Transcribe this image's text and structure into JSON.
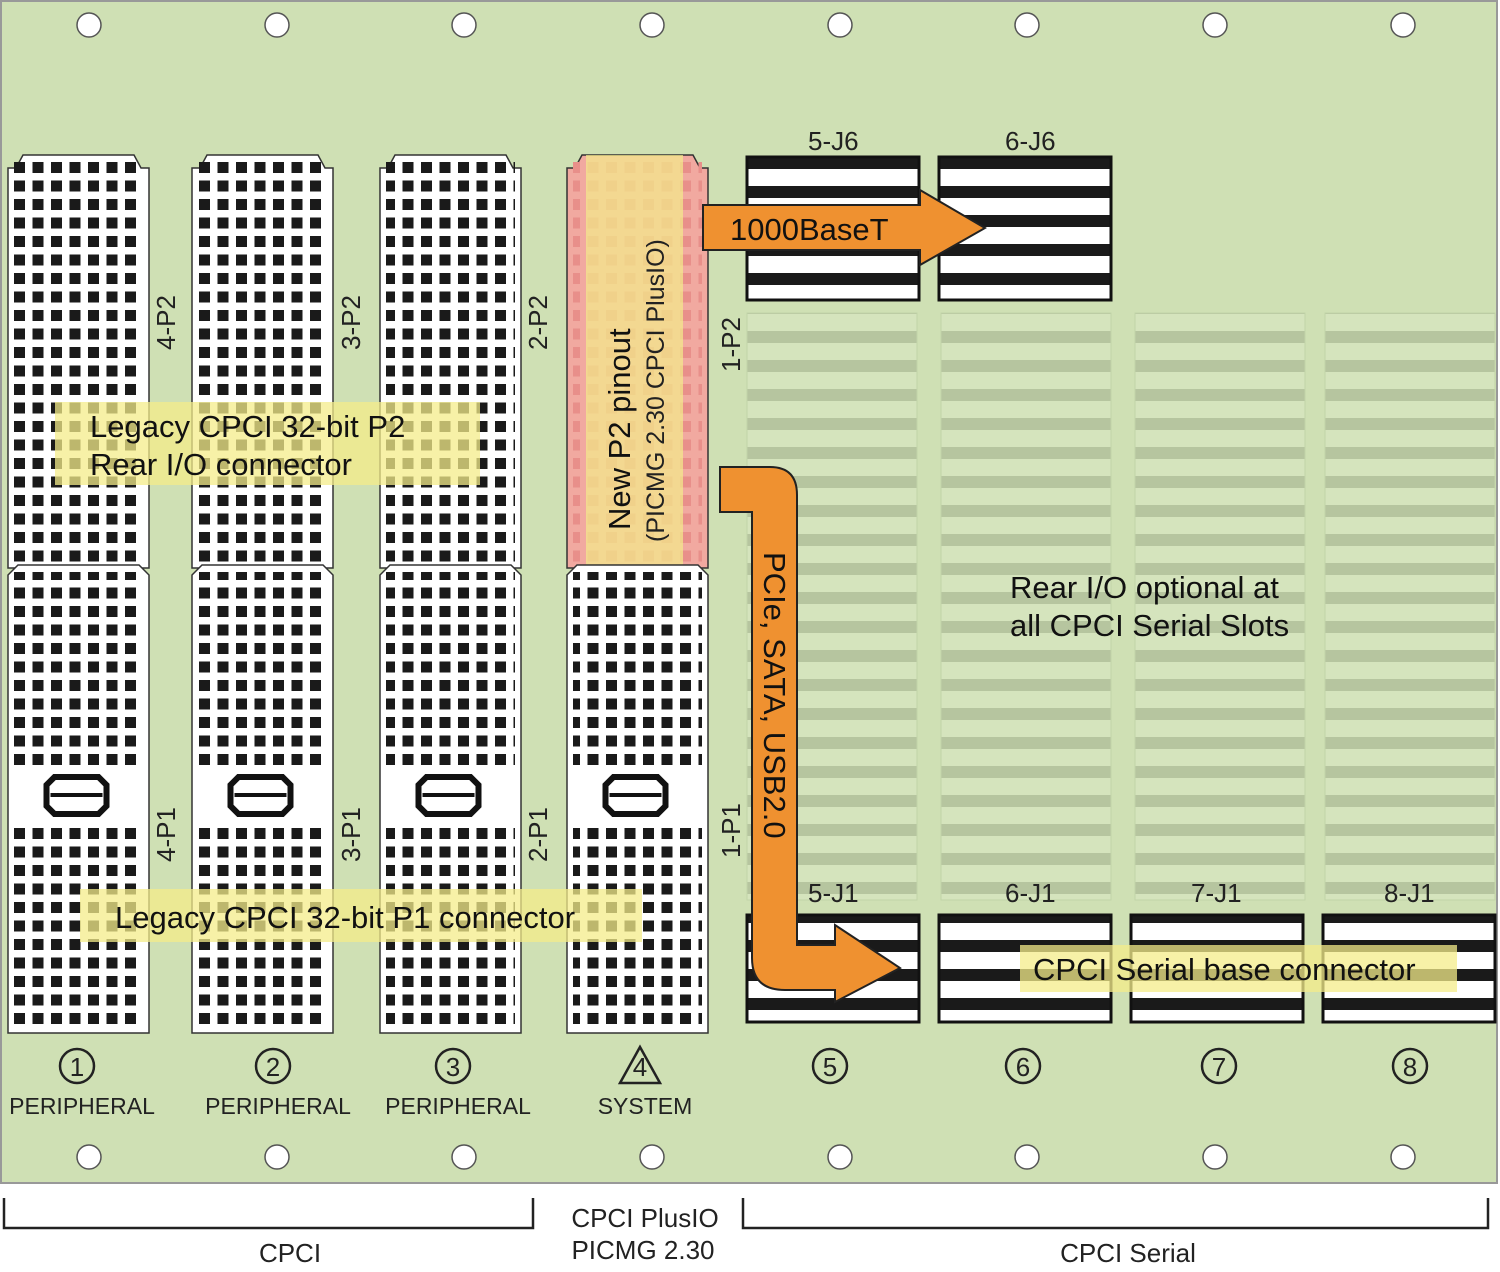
{
  "cpci_slots": [
    {
      "number": "1",
      "type": "PERIPHERAL",
      "p2": "4-P2",
      "p1": "4-P1"
    },
    {
      "number": "2",
      "type": "PERIPHERAL",
      "p2": "3-P2",
      "p1": "3-P1"
    },
    {
      "number": "3",
      "type": "PERIPHERAL",
      "p2": "2-P2",
      "p1": "2-P1"
    },
    {
      "number": "4",
      "type": "SYSTEM",
      "p2": "1-P2",
      "p1": "1-P1"
    }
  ],
  "serial_slots": [
    {
      "number": "5",
      "j6": "5-J6",
      "j1": "5-J1"
    },
    {
      "number": "6",
      "j6": "6-J6",
      "j1": "6-J1"
    },
    {
      "number": "7",
      "j1": "7-J1"
    },
    {
      "number": "8",
      "j1": "8-J1"
    }
  ],
  "annotations": {
    "legacy_p2_line1": "Legacy CPCI 32-bit P2",
    "legacy_p2_line2": "Rear I/O connector",
    "legacy_p1": "Legacy CPCI 32-bit P1 connector",
    "new_p2_line1": "New P2 pinout",
    "new_p2_line2": "(PICMG 2.30 CPCI PlusIO)",
    "arrow_ethernet": "1000BaseT",
    "arrow_serial": "PCIe, SATA, USB2.0",
    "rear_io_line1": "Rear I/O optional at",
    "rear_io_line2": "all CPCI Serial Slots",
    "serial_base": "CPCI Serial base connector"
  },
  "groups": {
    "cpci": "CPCI",
    "plusio_line1": "CPCI PlusIO",
    "plusio_line2": "PICMG 2.30",
    "serial": "CPCI Serial"
  },
  "colors": {
    "board": "#cfe0b4",
    "arrow": "#ef9130",
    "highlight": "#f4ec8a",
    "p2_new": "#f1a9a0"
  }
}
